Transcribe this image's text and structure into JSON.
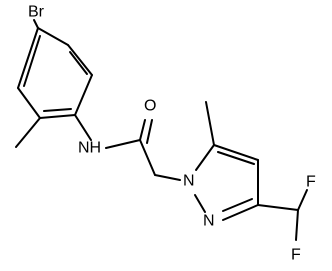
{
  "molecule": {
    "atoms": {
      "bromine": "Br",
      "amide_nh": "NH",
      "carbonyl_o": "O",
      "pyrazole_n1": "N",
      "pyrazole_n2": "N",
      "fluorine_top": "F",
      "fluorine_bottom": "F"
    },
    "colors": {
      "bond": "#000000",
      "label": "#000000",
      "background": "#ffffff"
    }
  }
}
